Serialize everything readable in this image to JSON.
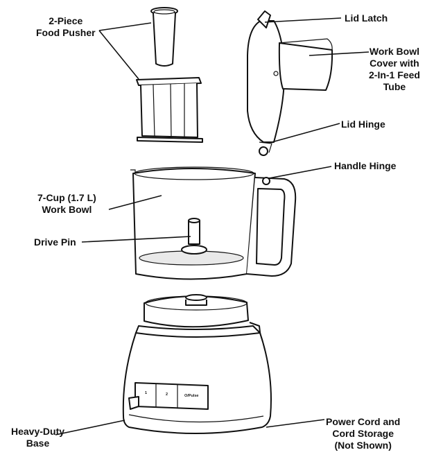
{
  "labels": {
    "food_pusher": [
      "2-Piece",
      "Food Pusher"
    ],
    "lid_latch": [
      "Lid Latch"
    ],
    "work_bowl_cover": [
      "Work Bowl",
      "Cover with",
      "2-In-1 Feed",
      "Tube"
    ],
    "lid_hinge": [
      "Lid Hinge"
    ],
    "handle_hinge": [
      "Handle Hinge"
    ],
    "work_bowl": [
      "7-Cup (1.7 L)",
      "Work Bowl"
    ],
    "drive_pin": [
      "Drive Pin"
    ],
    "base": [
      "Heavy-Duty",
      "Base"
    ],
    "power_cord": [
      "Power Cord and",
      "Cord Storage",
      "(Not Shown)"
    ]
  },
  "control_buttons": [
    "1",
    "2",
    "O/Pulse"
  ]
}
